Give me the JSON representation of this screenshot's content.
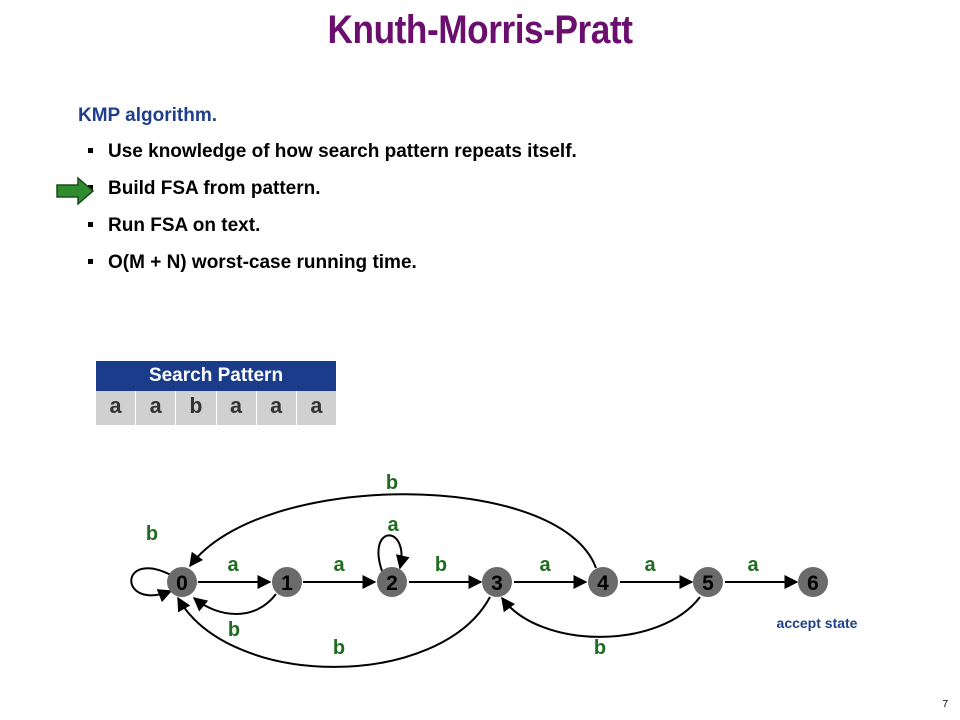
{
  "title": "Knuth-Morris-Pratt",
  "heading": "KMP algorithm.",
  "bullets": [
    "Use knowledge of how search pattern repeats itself.",
    "Build FSA from pattern.",
    "Run FSA on text.",
    "O(M + N) worst-case running time."
  ],
  "search_pattern": {
    "header": "Search Pattern",
    "chars": [
      "a",
      "a",
      "b",
      "a",
      "a",
      "a"
    ]
  },
  "fsa": {
    "states": [
      "0",
      "1",
      "2",
      "3",
      "4",
      "5",
      "6"
    ],
    "forward_labels": [
      "a",
      "a",
      "b",
      "a",
      "a",
      "a"
    ],
    "loop_labels": {
      "state0": "b",
      "state2": "a"
    },
    "back_labels": {
      "s1_to_0": "b",
      "s3_to_0": "b",
      "s5_to_3": "b",
      "s4_to_0": "b"
    },
    "accept_label": "accept state",
    "colors": {
      "state_fill": "#6b6b6b",
      "label": "#1f6b1f",
      "accept": "#1f3f8a"
    }
  },
  "page_number": "7",
  "colors": {
    "title": "#6a0f6e",
    "heading": "#1f3f8a",
    "pattern_header": "#1a3c8a",
    "arrow": "#2e8b2e"
  }
}
